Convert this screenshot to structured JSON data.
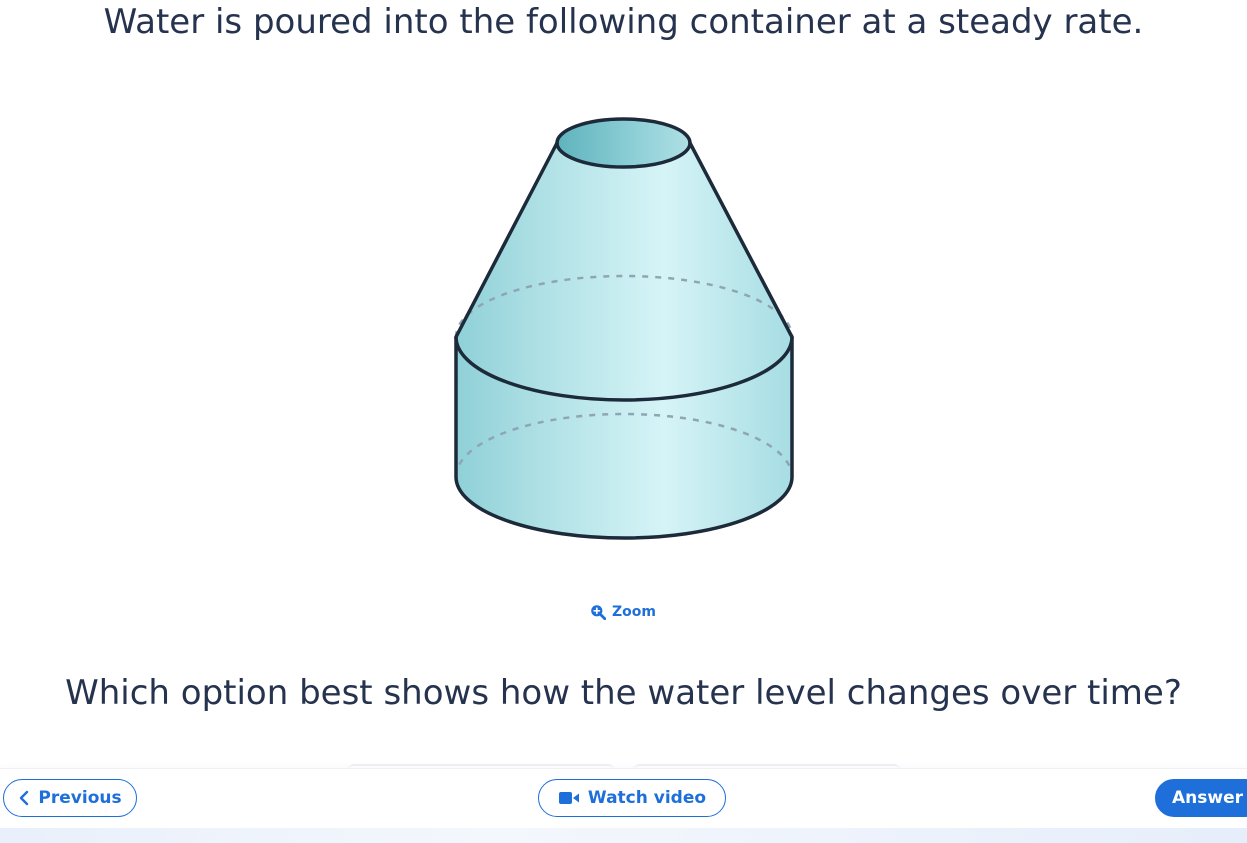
{
  "question": {
    "prompt": "Water is poured into the following container at a steady rate.",
    "follow_up": "Which option best shows how the water level changes over time?"
  },
  "figure": {
    "zoom_label": "Zoom",
    "zoom_icon": "zoom-in-icon"
  },
  "toolbar": {
    "previous_label": "Previous",
    "previous_icon": "chevron-left-icon",
    "watch_video_label": "Watch video",
    "watch_video_icon": "video-camera-icon",
    "answer_label": "Answer"
  },
  "colors": {
    "accent": "#1e6fd9",
    "water_light": "#d4f3f6",
    "water_dark": "#6fc2cb",
    "outline": "#1c2a3a"
  }
}
